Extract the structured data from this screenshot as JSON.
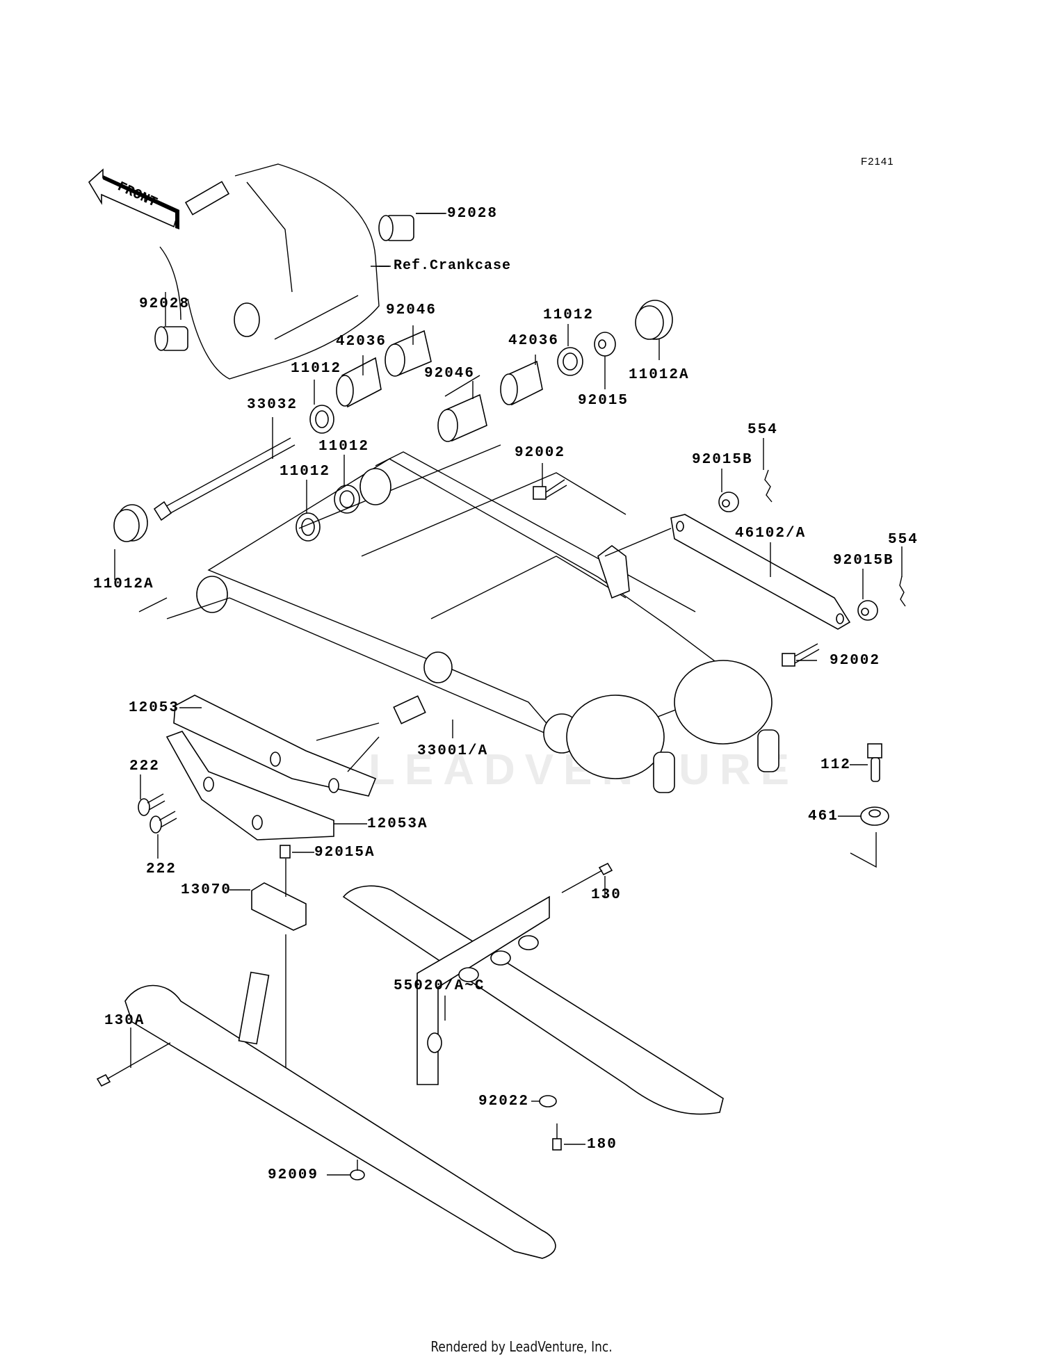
{
  "figure_id": "F2141",
  "front_arrow_text": "FRONT",
  "watermark": "LEADVENTURE",
  "footer": "Rendered by LeadVenture, Inc.",
  "callouts": [
    {
      "id": "c-92028-top",
      "text": "92028"
    },
    {
      "id": "c-ref-crankcase",
      "text": "Ref.Crankcase"
    },
    {
      "id": "c-92028-left",
      "text": "92028"
    },
    {
      "id": "c-92046-a",
      "text": "92046"
    },
    {
      "id": "c-42036-a",
      "text": "42036"
    },
    {
      "id": "c-11012-a",
      "text": "11012"
    },
    {
      "id": "c-92046-b",
      "text": "92046"
    },
    {
      "id": "c-42036-b",
      "text": "42036"
    },
    {
      "id": "c-11012-b",
      "text": "11012"
    },
    {
      "id": "c-92015",
      "text": "92015"
    },
    {
      "id": "c-11012A-right",
      "text": "11012A"
    },
    {
      "id": "c-33032",
      "text": "33032"
    },
    {
      "id": "c-11012-c",
      "text": "11012"
    },
    {
      "id": "c-11012-d",
      "text": "11012"
    },
    {
      "id": "c-92002-top",
      "text": "92002"
    },
    {
      "id": "c-92015B-a",
      "text": "92015B"
    },
    {
      "id": "c-554-a",
      "text": "554"
    },
    {
      "id": "c-46102",
      "text": "46102/A"
    },
    {
      "id": "c-554-b",
      "text": "554"
    },
    {
      "id": "c-92015B-b",
      "text": "92015B"
    },
    {
      "id": "c-11012A-left",
      "text": "11012A"
    },
    {
      "id": "c-92002-right",
      "text": "92002"
    },
    {
      "id": "c-12053",
      "text": "12053"
    },
    {
      "id": "c-33001",
      "text": "33001/A"
    },
    {
      "id": "c-222-a",
      "text": "222"
    },
    {
      "id": "c-112",
      "text": "112"
    },
    {
      "id": "c-12053A",
      "text": "12053A"
    },
    {
      "id": "c-222-b",
      "text": "222"
    },
    {
      "id": "c-461",
      "text": "461"
    },
    {
      "id": "c-92015A",
      "text": "92015A"
    },
    {
      "id": "c-13070",
      "text": "13070"
    },
    {
      "id": "c-130",
      "text": "130"
    },
    {
      "id": "c-55020",
      "text": "55020/A~C"
    },
    {
      "id": "c-130A",
      "text": "130A"
    },
    {
      "id": "c-92022",
      "text": "92022"
    },
    {
      "id": "c-180",
      "text": "180"
    },
    {
      "id": "c-92009",
      "text": "92009"
    }
  ]
}
